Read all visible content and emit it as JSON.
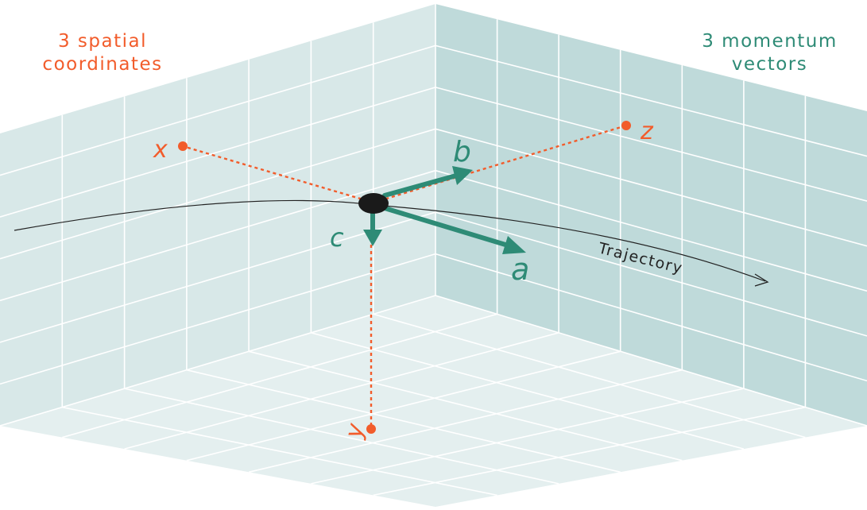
{
  "title_left": {
    "line1": "3 spatial",
    "line2": "coordinates"
  },
  "title_right": {
    "line1": "3 momentum",
    "line2": "vectors"
  },
  "spatial_axes": [
    "x",
    "y",
    "z"
  ],
  "momentum_vectors": [
    "a",
    "b",
    "c"
  ],
  "trajectory_label": "Trajectory",
  "colors": {
    "spatial": "#f25c2b",
    "momentum": "#2e8b76",
    "wall_left": "#d8e8e8",
    "wall_right": "#bfdada",
    "floor": "#e4efef",
    "grid": "#ffffff",
    "particle": "#1a1a1a"
  }
}
